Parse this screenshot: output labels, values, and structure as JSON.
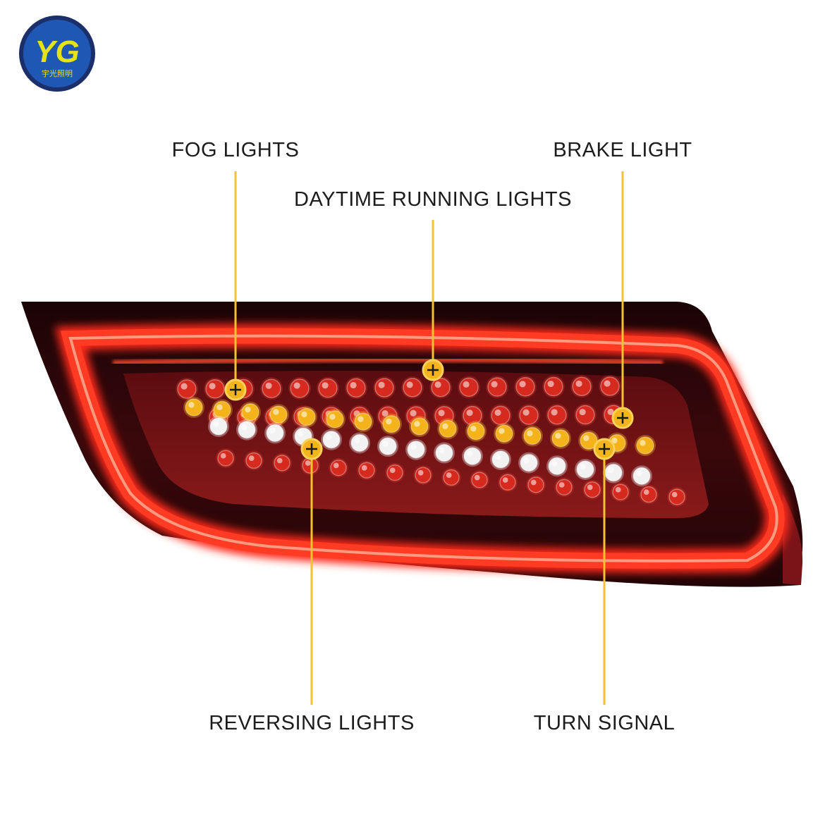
{
  "logo": {
    "monogram": "YG",
    "caption": "宇光照明",
    "colors": {
      "ring": "#1b2f6b",
      "fill": "#1f57b4",
      "letters": "#e6e21a"
    }
  },
  "callouts": [
    {
      "id": "fog-lights",
      "label": "FOG LIGHTS"
    },
    {
      "id": "daytime-running-lights",
      "label": "DAYTIME RUNNING LIGHTS"
    },
    {
      "id": "brake-light",
      "label": "BRAKE LIGHT"
    },
    {
      "id": "reversing-lights",
      "label": "REVERSING LIGHTS"
    },
    {
      "id": "turn-signal",
      "label": "TURN SIGNAL"
    }
  ],
  "colors": {
    "leader_line": "#f2c230",
    "marker_fill": "#f4b51c",
    "marker_cross": "#1a1a1a",
    "light_bar": "#ff2a1a",
    "housing": "#2a0508",
    "led_red": "#d62a1f",
    "led_amber": "#f4b31b",
    "led_white": "#f2f2f2"
  }
}
